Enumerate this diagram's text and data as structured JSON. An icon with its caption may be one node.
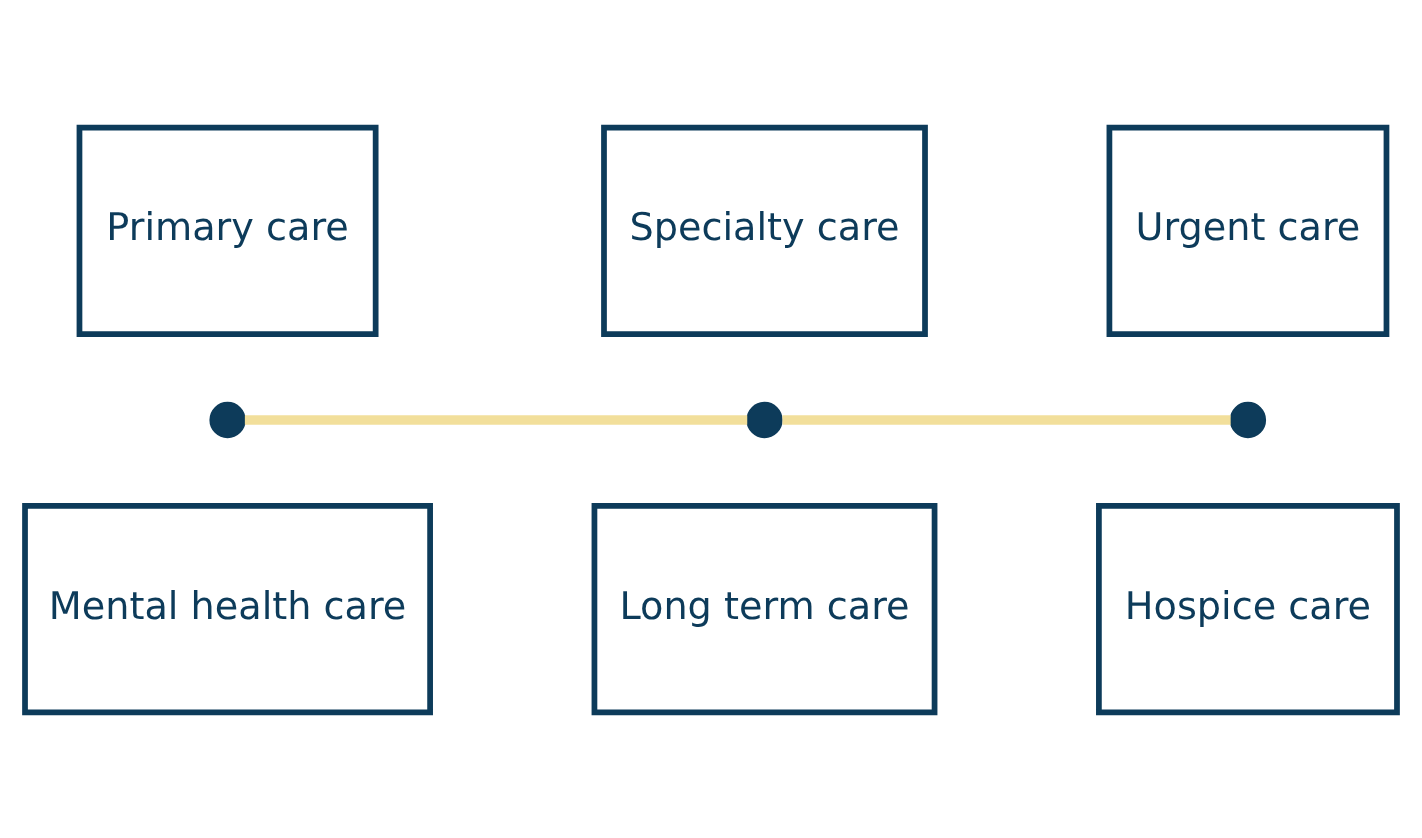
{
  "diagram": {
    "nodes": [
      {
        "text": [
          "Primary care"
        ]
      },
      {
        "text": [
          "Specialty care"
        ]
      },
      {
        "text": [
          "Urgent care"
        ]
      },
      {
        "text": [],
        "shape": "circle"
      },
      {
        "text": [],
        "shape": "circle"
      },
      {
        "text": [],
        "shape": "circle"
      },
      {
        "text": [
          "Mental health care"
        ]
      },
      {
        "text": [
          "Long term care"
        ]
      },
      {
        "text": [
          "Hospice care"
        ]
      }
    ],
    "edges": [
      {
        "from": 3,
        "to": 4,
        "arrow": "none"
      },
      {
        "from": 4,
        "to": 5,
        "arrow": "none"
      }
    ]
  }
}
